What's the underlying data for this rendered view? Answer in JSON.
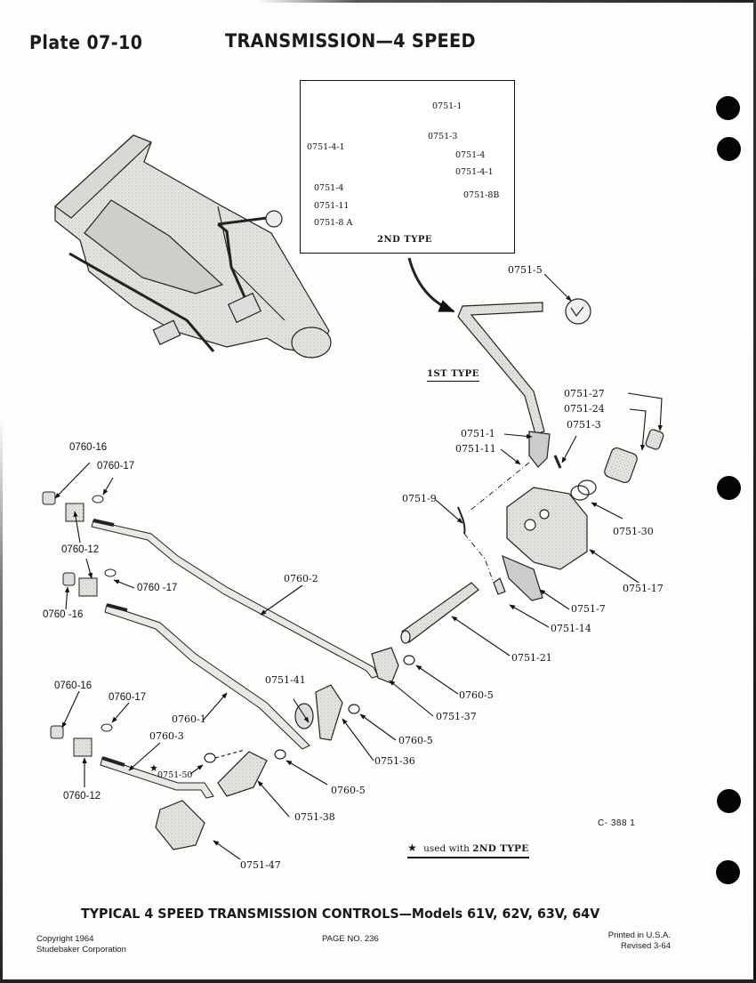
{
  "header": {
    "plate": "Plate 07-10",
    "title": "TRANSMISSION—4 SPEED"
  },
  "inset": {
    "type_label": "2ND TYPE",
    "callouts": [
      "0751-1",
      "0751-3",
      "0751-4-1",
      "0751-4",
      "0751-4",
      "0751-4-1",
      "0751-11",
      "0751-8 A",
      "0751-8B"
    ]
  },
  "diagram": {
    "first_type_label": "1ST TYPE",
    "callouts": {
      "shift_knob": "0751-5",
      "lever_1st": "0751-1",
      "cotter_1st": "0751-11",
      "pin_1st": "0751-3",
      "part_27": "0751-27",
      "part_24": "0751-24",
      "spring_30": "0751-30",
      "housing_17": "0751-17",
      "spring_9": "0751-9",
      "plate_7": "0751-7",
      "part_14": "0751-14",
      "shaft_21": "0751-21",
      "washer_5a": "0760-5",
      "lever_37": "0751-37",
      "washer_5b": "0760-5",
      "lever_36": "0751-36",
      "plate_41": "0751-41",
      "rod_2": "0760-2",
      "rod_1": "0760-1",
      "rod_3": "0760-3",
      "washer_50": "0751-50",
      "lever_38": "0751-38",
      "washer_5c": "0760-5",
      "bracket_47": "0751-47",
      "nut_16a": "0760-16",
      "clip_17a": "0760-17",
      "block_12a": "0760-12",
      "clip_17b": "0760 -17",
      "nut_16b": "0760 -16",
      "nut_16c": "0760-16",
      "clip_17c": "0760-17",
      "block_12c": "0760-12"
    },
    "figure_code": "C- 388 1",
    "note_star": "★",
    "note_text": "used with",
    "note_strong": "2ND TYPE"
  },
  "caption": "TYPICAL 4 SPEED TRANSMISSION CONTROLS—Models 61V, 62V, 63V, 64V",
  "footer": {
    "copyright_line1": "Copyright 1964",
    "copyright_line2": "Studebaker Corporation",
    "page": "PAGE NO. 236",
    "printed": "Printed in U.S.A.",
    "revised": "Revised 3-64"
  }
}
